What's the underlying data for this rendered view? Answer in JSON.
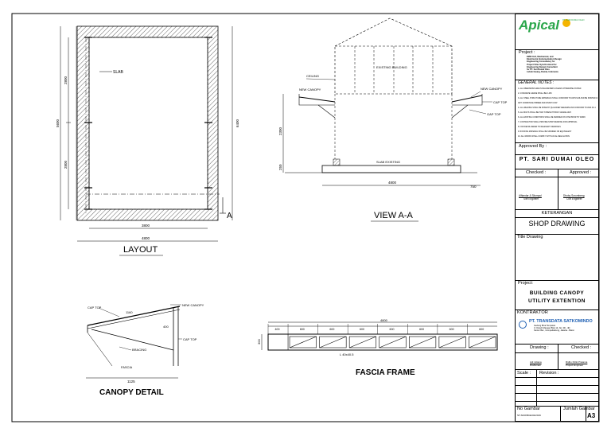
{
  "drawings": {
    "layout": {
      "title": "LAYOUT",
      "slab_label": "SLAB",
      "dim_total_width": "4800",
      "dim_inner_width": "3800",
      "dim_left_upper": "2800",
      "dim_left_lower": "2800",
      "dim_left_total": "5600",
      "dim_right_total": "6400",
      "section_marker": "A"
    },
    "view_aa": {
      "title": "VIEW A-A",
      "ceiling_left": "CEILING",
      "new_canopy_left": "NEW CANOPY",
      "existing_label": "EXISTING BUILDING",
      "new_canopy_right": "NEW CANOPY",
      "cap_right": "CAP TOP",
      "gap_right": "GAP TOP",
      "slab_existing": "SLAB EXISTING",
      "dim_height": "2300",
      "dim_base": "250",
      "dim_width": "4800",
      "dim_right": "750"
    },
    "canopy_detail": {
      "title": "CANOPY DETAIL",
      "cap_top": "CAP TOP",
      "new_canopy": "NEW CANOPY",
      "dim_top": "1160",
      "dim_slope": "400",
      "bracing": "BRACING",
      "cap_bottom": "CAP TOP",
      "fascia": "FASCIA",
      "dim_bottom": "1125"
    },
    "fascia_frame": {
      "title": "FASCIA FRAME",
      "dim_total": "4800",
      "segments": [
        "400",
        "600",
        "600",
        "600",
        "600",
        "600",
        "600",
        "600"
      ],
      "note": "L 40x40.5",
      "height_dim": "300"
    }
  },
  "title_block": {
    "logo_text": "Apical",
    "logo_sub": "PT. SARI DUMAI OLEO",
    "project_label": "Project :",
    "project_desc": [
      "EMD Civil, Mechanical, and",
      "Electrical & Instrumentation Design",
      "Engineering Consultancy for",
      "Project Sites Synchronized for",
      "Engineering Design Consultant",
      "for PT. Sari Dumai Oleo",
      "Lubuk Gaung, Dumai, Indonesia"
    ],
    "notes_label": "GENERAL NOTES :",
    "notes": [
      "1. ALL DIMENSIONS ARE IN MILLIMETERS UNLESS OTHERWISE STATED",
      "2. CONCRETE GRADE SHALL BE K-250",
      "3. ALL STEEL STRUCTURE MATERIALS SHALL CONFORM TO ASTM A36 AND BE PAINTED WITH",
      "   ANTI CORROSIVE PRIMER AND FINISH COAT",
      "4. ALL WELDING SHALL BE DONE BY QUALIFIED WELDERS AND CONFORM TO AWS D1.1",
      "5. ALL BOLTS SHALL BE HIGH STRENGTH BOLT GRADE A325",
      "6. ALL EXISTING CONDITIONS SHALL BE VERIFIED ON SITE PRIOR TO WORK",
      "7. CONTRACTOR SHALL PROVIDE SHOP DRAWING FOR APPROVAL",
      "8. FOR DETAIL REFER TO RELEVANT DRAWINGS",
      "9. ROOFING MATERIAL SHALL BE SPANDEK OR EQUIVALENT",
      "10. ALL WORKS SHALL COMPLY WITH LOCAL REGULATION"
    ],
    "approved_label": "Approved By :",
    "company": "PT. SARI DUMAI OLEO",
    "checked_label": "Checked :",
    "approved_label2": "Approved :",
    "checker_name": "Alfiandar & Sitompul",
    "checker_role": "Site Engineer",
    "approver_name": "Dhoby Surumbeng",
    "approver_role": "Civil Engineer",
    "keterangan": "KETERANGAN",
    "shop_drawing": "SHOP DRAWING",
    "title_drawing_label": "Title Drawing",
    "project_label2": "Project:",
    "project_name_1": "BUILDING CANOPY",
    "project_name_2": "UTILITY EXTENTION",
    "contractor_label": "KONTRAKTOR",
    "contractor_name": "PT. TRANSDATA SATKOMINDO",
    "contractor_addr": [
      "Gedung Bina Tempatan",
      "Jl. Dukuh Mangan Blok 14, No. 3D - 4D",
      "Kantor Bar., Cempedak/ung, Jakarta - Barat"
    ],
    "drawing_label": "Drawing :",
    "checked_label2": "Checked :",
    "drawer_name": "Adi Juliana",
    "drawer_role": "Draftsman",
    "checker2_name": "Ridho Rizki Pratama",
    "checker2_role": "Project Engineer",
    "scale_label": "Scale :",
    "revision_label": "Revision :",
    "no_gambar_label": "No Gambar",
    "jumlah_gambar_label": "Jumlah Gambar",
    "no_gambar_value": "ST-SDO/BCE/02/2019",
    "paper_size": "A3"
  }
}
